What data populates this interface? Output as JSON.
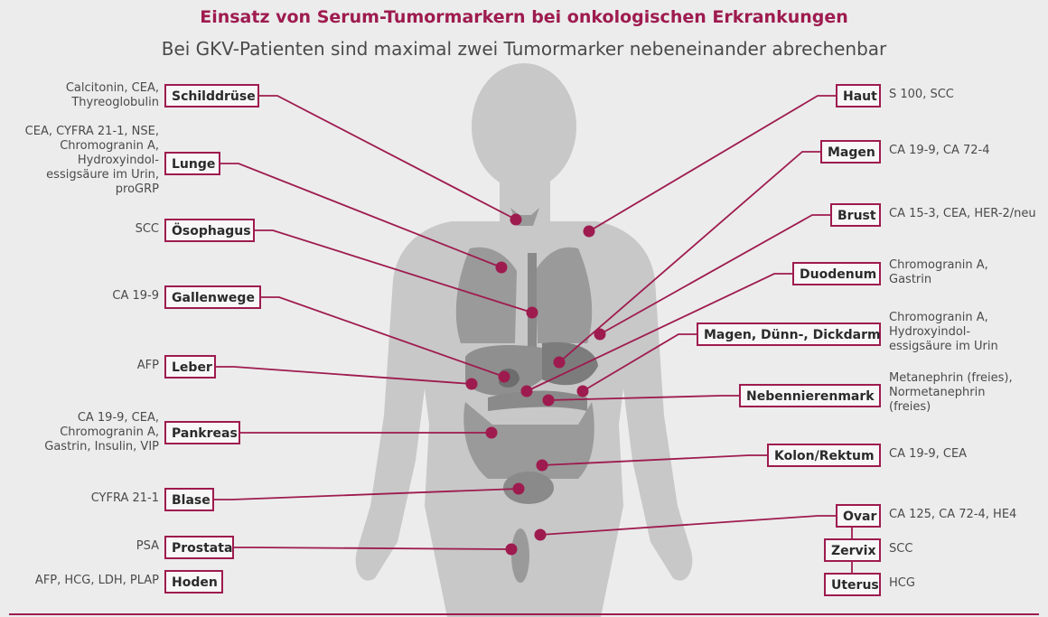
{
  "title": "Einsatz von Serum-Tumormarkern bei onkologischen Erkrankungen",
  "subtitle": "Bei GKV-Patienten sind maximal zwei Tumormarker nebeneinander abrechenbar",
  "colors": {
    "accent": "#9e1b4f",
    "body": "#c8c8c8",
    "organ": "#9a9a9a",
    "organ_dark": "#7c7c7c",
    "background": "#ececec"
  },
  "left": [
    {
      "organ": "Schilddrüse",
      "markers": [
        "Calcitonin, CEA,",
        "Thyreoglobulin"
      ]
    },
    {
      "organ": "Lunge",
      "markers": [
        "CEA, CYFRA 21-1, NSE,",
        "Chromogranin A,",
        "Hydroxyindol-",
        "essigsäure im Urin,",
        "proGRP"
      ]
    },
    {
      "organ": "Ösophagus",
      "markers": [
        "SCC"
      ]
    },
    {
      "organ": "Gallenwege",
      "markers": [
        "CA 19-9"
      ]
    },
    {
      "organ": "Leber",
      "markers": [
        "AFP"
      ]
    },
    {
      "organ": "Pankreas",
      "markers": [
        "CA 19-9, CEA,",
        "Chromogranin A,",
        "Gastrin, Insulin, VIP"
      ]
    },
    {
      "organ": "Blase",
      "markers": [
        "CYFRA 21-1"
      ]
    },
    {
      "organ": "Prostata",
      "markers": [
        "PSA"
      ]
    },
    {
      "organ": "Hoden",
      "markers": [
        "AFP, HCG, LDH, PLAP"
      ]
    }
  ],
  "right": [
    {
      "organ": "Haut",
      "markers": [
        "S 100, SCC"
      ]
    },
    {
      "organ": "Magen",
      "markers": [
        "CA 19-9, CA 72-4"
      ]
    },
    {
      "organ": "Brust",
      "markers": [
        "CA 15-3, CEA, HER-2/neu"
      ]
    },
    {
      "organ": "Duodenum",
      "markers": [
        "Chromogranin A,",
        "Gastrin"
      ]
    },
    {
      "organ": "Magen, Dünn-, Dickdarm",
      "markers": [
        "Chromogranin A,",
        "Hydroxyindol-",
        "essigsäure im Urin"
      ]
    },
    {
      "organ": "Nebennierenmark",
      "markers": [
        "Metanephrin (freies),",
        "Normetanephrin",
        "(freies)"
      ]
    },
    {
      "organ": "Kolon/Rektum",
      "markers": [
        "CA 19-9, CEA"
      ]
    },
    {
      "organ": "Ovar",
      "markers": [
        "CA 125, CA 72-4, HE4"
      ]
    },
    {
      "organ": "Zervix",
      "markers": [
        "SCC"
      ]
    },
    {
      "organ": "Uterus",
      "markers": [
        "HCG"
      ]
    }
  ]
}
